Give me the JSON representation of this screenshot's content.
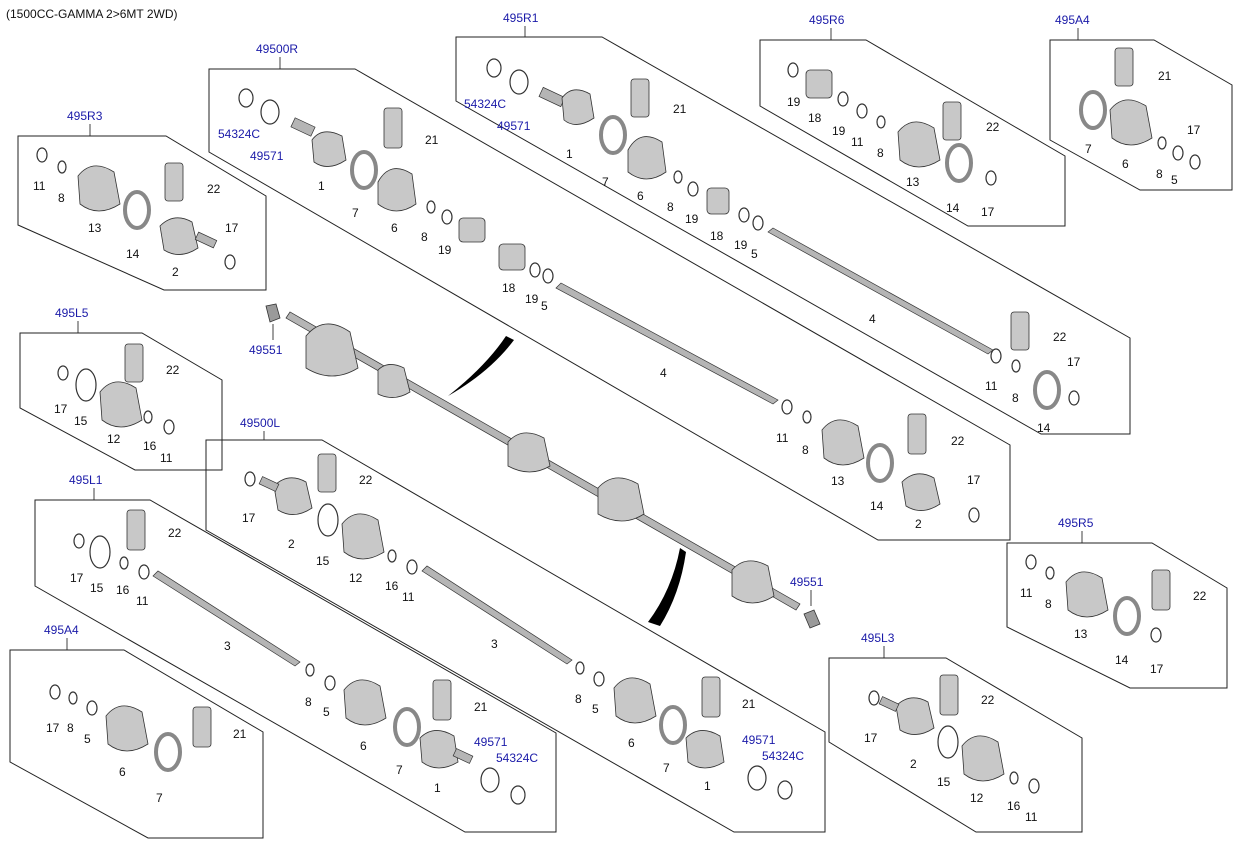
{
  "header": {
    "text": "(1500CC-GAMMA 2>6MT 2WD)"
  },
  "groups": {
    "g495R1": "495R1",
    "g49500R": "49500R",
    "g495R6": "495R6",
    "g495A4_top": "495A4",
    "g495R3": "495R3",
    "g495L5": "495L5",
    "g49500L": "49500L",
    "g495L1": "495L1",
    "g495A4_bot": "495A4",
    "g495R5": "495R5",
    "g495L3": "495L3"
  },
  "refs": {
    "r54324C": "54324C",
    "r49571": "49571",
    "r49551": "49551"
  },
  "numbers": {
    "n1": "1",
    "n2": "2",
    "n3": "3",
    "n4": "4",
    "n5": "5",
    "n6": "6",
    "n7": "7",
    "n8": "8",
    "n11": "11",
    "n12": "12",
    "n13": "13",
    "n14": "14",
    "n15": "15",
    "n16": "16",
    "n17": "17",
    "n18": "18",
    "n19": "19",
    "n21": "21",
    "n22": "22"
  },
  "colors": {
    "label_blue": "#1a1aa8",
    "line": "#222222",
    "part_fill": "#c8c8c8"
  }
}
